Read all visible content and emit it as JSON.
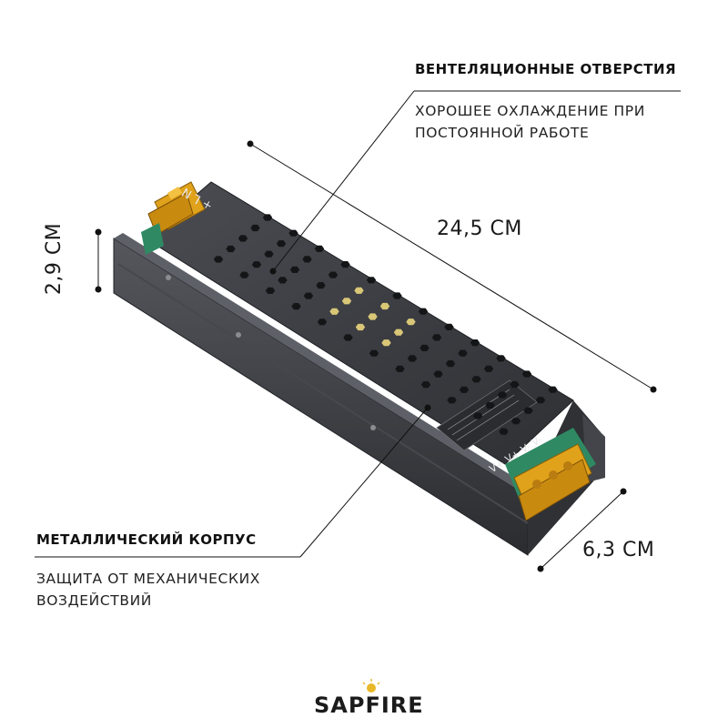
{
  "callouts": {
    "vent": {
      "heading": "ВЕНТЕЛЯЦИОННЫЕ ОТВЕРСТИЯ",
      "description_lines": [
        "ХОРОШЕЕ ОХЛАЖДЕНИЕ ПРИ",
        "ПОСТОЯННОЙ РАБОТЕ"
      ]
    },
    "body": {
      "heading": "МЕТАЛЛИЧЕСКИЙ КОРПУС",
      "description_lines": [
        "ЗАЩИТА ОТ МЕХАНИЧЕСКИХ",
        "ВОЗДЕЙСТВИЙ"
      ]
    }
  },
  "dimensions": {
    "length": "24,5 СМ",
    "height": "2,9 СМ",
    "width": "6,3 СМ"
  },
  "device": {
    "terminal_labels_left": "+ L N",
    "terminal_labels_right": "V+ V+ V- V-",
    "case_color": "#3b3d42",
    "terminal_color": "#e0a21a"
  },
  "brand": {
    "logo_text": "SAPFIRE",
    "accent_color": "#e8b828"
  }
}
